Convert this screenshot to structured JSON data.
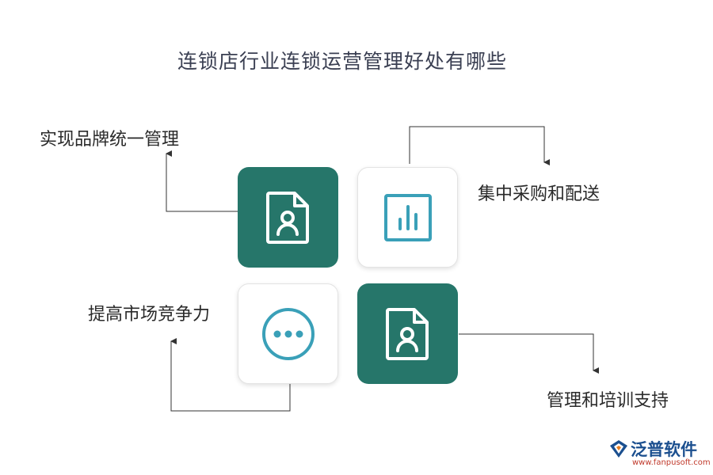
{
  "title": "连锁店行业连锁运营管理好处有哪些",
  "items": [
    {
      "label": "实现品牌统一管理",
      "icon": "document-user-icon"
    },
    {
      "label": "集中采购和配送",
      "icon": "bar-chart-icon"
    },
    {
      "label": "提高市场竞争力",
      "icon": "more-dots-icon"
    },
    {
      "label": "管理和培训支持",
      "icon": "document-user-icon"
    }
  ],
  "colors": {
    "dark_tile": "#26766a",
    "accent_icon": "#3aa0b8",
    "logo_text": "#1b4f8f",
    "logo_url": "#c0392b"
  },
  "logo": {
    "brand": "泛普软件",
    "url": "www.fanpusoft.com",
    "icon": "fanpu-logo-icon"
  }
}
